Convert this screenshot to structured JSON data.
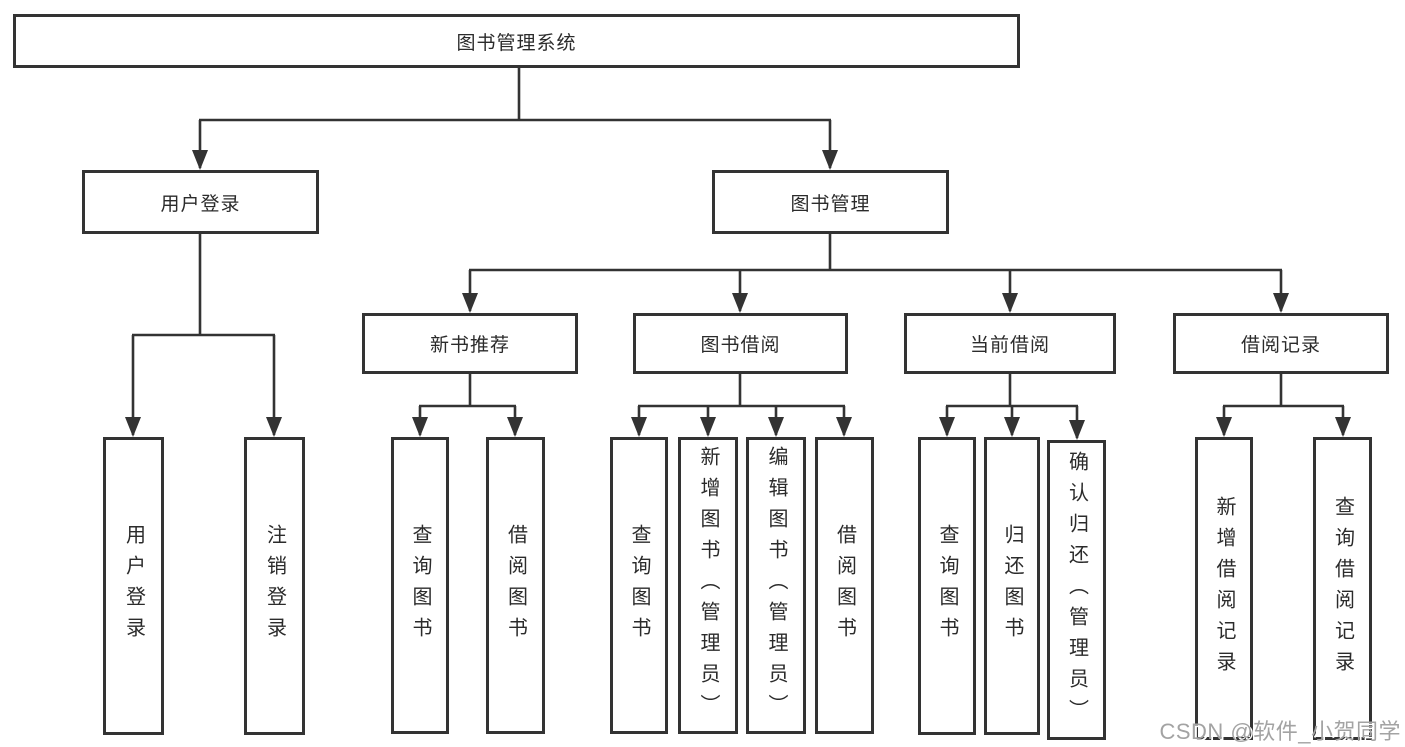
{
  "colors": {
    "line": "#333333",
    "border": "#333333",
    "text": "#2b2b2b",
    "background": "#ffffff",
    "watermark": "#a3a3a3"
  },
  "diagram": {
    "type": "hierarchy-tree",
    "root": {
      "label": "图书管理系统",
      "children": [
        {
          "label": "用户登录",
          "children": [
            {
              "label": "用户登录"
            },
            {
              "label": "注销登录"
            }
          ]
        },
        {
          "label": "图书管理",
          "children": [
            {
              "label": "新书推荐",
              "children": [
                {
                  "label": "查询图书"
                },
                {
                  "label": "借阅图书"
                }
              ]
            },
            {
              "label": "图书借阅",
              "children": [
                {
                  "label": "查询图书"
                },
                {
                  "label": "新增图书（管理员）"
                },
                {
                  "label": "编辑图书（管理员）"
                },
                {
                  "label": "借阅图书"
                }
              ]
            },
            {
              "label": "当前借阅",
              "children": [
                {
                  "label": "查询图书"
                },
                {
                  "label": "归还图书"
                },
                {
                  "label": "确认归还（管理员）"
                }
              ]
            },
            {
              "label": "借阅记录",
              "children": [
                {
                  "label": "新增借阅记录"
                },
                {
                  "label": "查询借阅记录"
                }
              ]
            }
          ]
        }
      ]
    }
  },
  "watermark": {
    "text": "CSDN @软件_小贺同学"
  }
}
